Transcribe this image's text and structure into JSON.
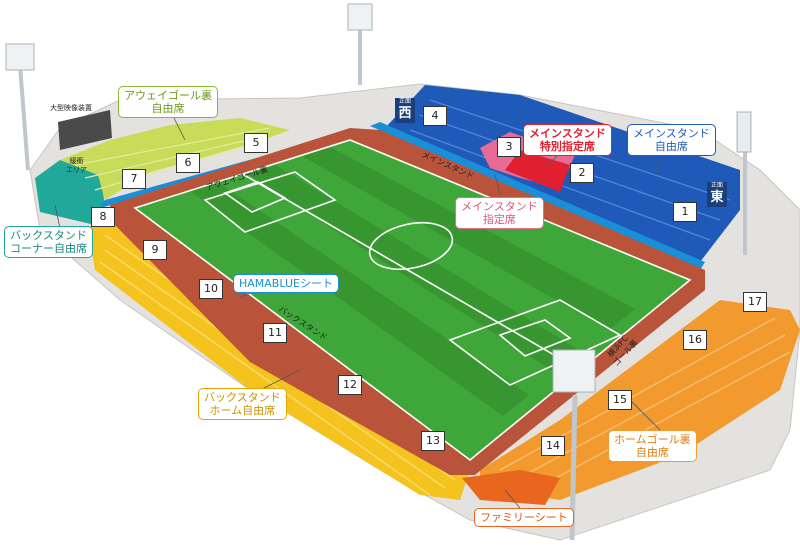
{
  "colors": {
    "main_stand": "#1f5ab8",
    "main_reserved": "#e76c95",
    "main_special": "#e02030",
    "away_goal": "#c8dc5a",
    "back_corner": "#20a89a",
    "back_home": "#f5c31e",
    "home_goal": "#f29a2e",
    "family": "#e8661e",
    "hamablue": "#1a8fd8",
    "pitch": "#3fa63a",
    "track": "#b9543b"
  },
  "callouts": {
    "away_goal": "アウェイゴール裏\n自由席",
    "main_free": "メインスタンド\n自由席",
    "main_special": "メインスタンド\n特別指定席",
    "main_reserved": "メインスタンド\n指定席",
    "back_corner": "バックスタンド\nコーナー自由席",
    "hamablue": "HAMABLUEシート",
    "back_home": "バックスタンド\nホーム自由席",
    "home_goal": "ホームゴール裏\n自由席",
    "family": "ファミリーシート"
  },
  "gates": {
    "g1": "1",
    "g2": "2",
    "g3": "3",
    "g4": "4",
    "g5": "5",
    "g6": "6",
    "g7": "7",
    "g8": "8",
    "g9": "9",
    "g10": "10",
    "g11": "11",
    "g12": "12",
    "g13": "13",
    "g14": "14",
    "g15": "15",
    "g16": "16",
    "g17": "17"
  },
  "gate_tags": {
    "west_small": "正面",
    "west": "西",
    "east_small": "正面",
    "east": "東"
  },
  "small_labels": {
    "screen": "大型映像装置",
    "buffer": "緩衝\nエリア"
  },
  "stand_labels": {
    "away_goal_stand": "アウェイゴール裏",
    "main_stand": "メインスタンド",
    "back_stand": "バックスタンド",
    "home_goal_stand": "横浜FC\nゴール裏"
  }
}
